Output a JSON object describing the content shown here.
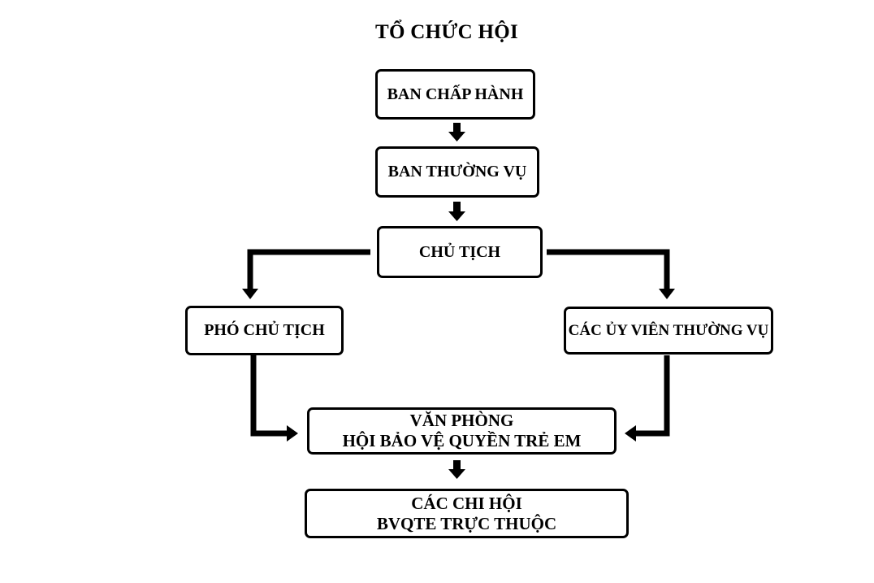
{
  "title": "TỔ CHỨC HỘI",
  "nodes": {
    "ban_chap_hanh": "BAN CHẤP HÀNH",
    "ban_thuong_vu": "BAN THƯỜNG VỤ",
    "chu_tich": "CHỦ TỊCH",
    "pho_chu_tich": "PHÓ CHỦ TỊCH",
    "cac_uy_vien_thuong_vu": "CÁC ỦY VIÊN THƯỜNG VỤ",
    "van_phong": {
      "line1": "VĂN PHÒNG",
      "line2": "HỘI BẢO VỆ QUYỀN TRẺ EM"
    },
    "cac_chi_hoi": {
      "line1": "CÁC CHI HỘI",
      "line2": "BVQTE TRỰC THUỘC"
    }
  },
  "edges": [
    {
      "from": "ban_chap_hanh",
      "to": "ban_thuong_vu"
    },
    {
      "from": "ban_thuong_vu",
      "to": "chu_tich"
    },
    {
      "from": "chu_tich",
      "to": "pho_chu_tich"
    },
    {
      "from": "chu_tich",
      "to": "cac_uy_vien_thuong_vu"
    },
    {
      "from": "pho_chu_tich",
      "to": "van_phong"
    },
    {
      "from": "cac_uy_vien_thuong_vu",
      "to": "van_phong"
    },
    {
      "from": "van_phong",
      "to": "cac_chi_hoi"
    }
  ],
  "colors": {
    "line": "#000000",
    "background": "#ffffff"
  }
}
